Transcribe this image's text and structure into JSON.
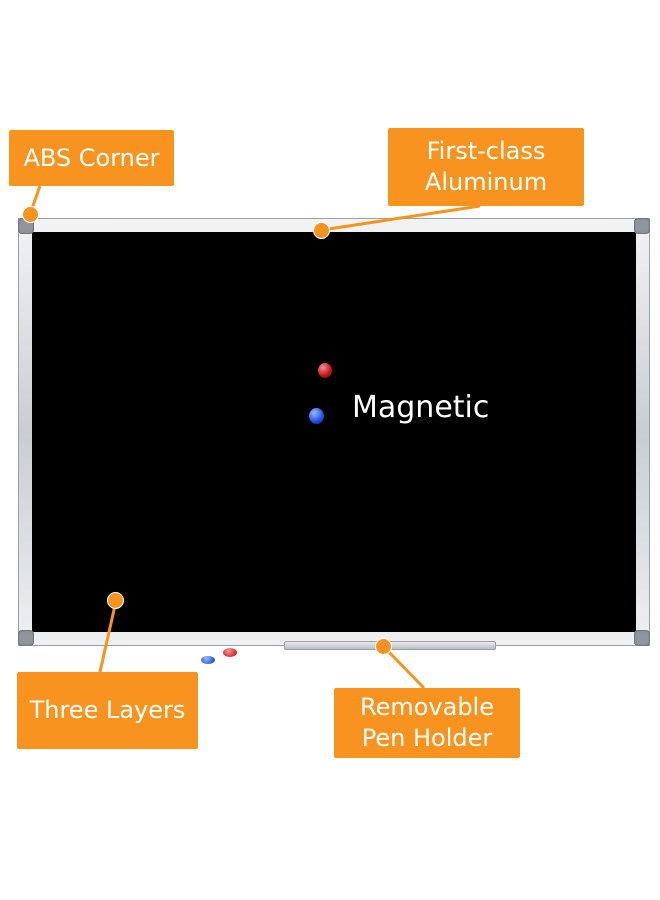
{
  "callouts": {
    "abs_corner": "ABS Corner",
    "aluminum_line1": "First-class",
    "aluminum_line2": "Aluminum",
    "three_layers": "Three Layers",
    "pen_holder_line1": "Removable",
    "pen_holder_line2": "Pen Holder"
  },
  "board": {
    "magnetic_label": "Magnetic"
  },
  "colors": {
    "callout_orange": "#f7931e",
    "board_black": "#000000",
    "frame_silver": "#c9cdd2",
    "text_white": "#ffffff"
  }
}
